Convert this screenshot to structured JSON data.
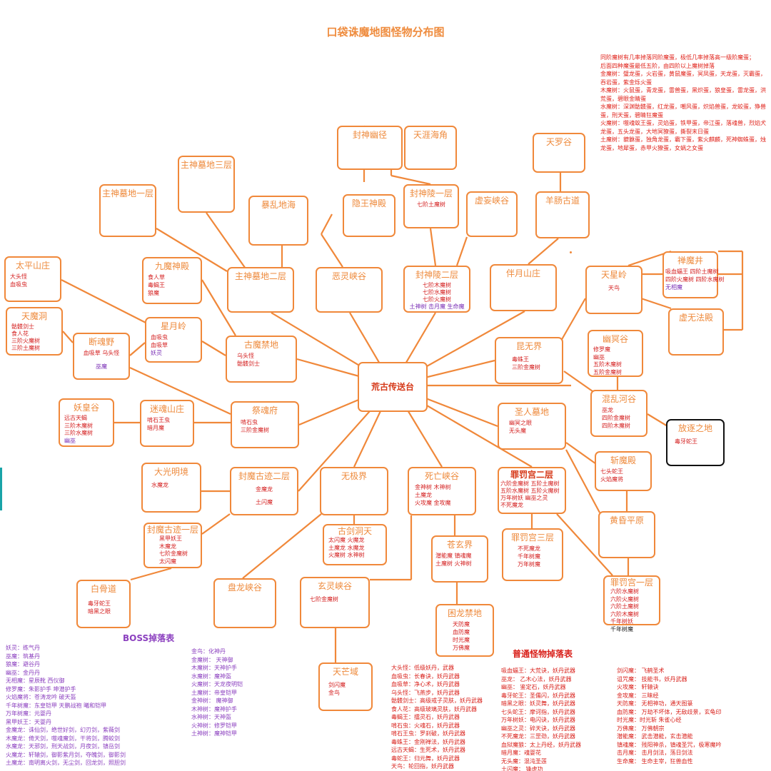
{
  "title": "口袋诛魔地图怪物分布图",
  "rules": [
    "同阶魔树有几率掉落同阶魔蛋，极低几率掉落高一级阶魔蛋；",
    "后面四种魔蛋最低五阶，由四阶以上魔树掉落",
    "金魔树：璧龙蛋，火岩蛋，黄鼠魔蛋，冥凤蛋，天龙蛋，灭霸蛋，吞岩蛋，紫金烁火蛋",
    "木魔树：火鼠蛋，青龙蛋，雷兽蛋，黑炽蛋，狼皇蛋，雷龙蛋，洪荒蛋，碧眼金睛蛋",
    "水魔树：深渊骷髅蛋，红龙蛋，嘲风蛋，炽焰兽蛋，龙蛟蛋，狰兽蛋，刑天蛋，碧睛狂魔蛋",
    "火魔树：噬魂蚁王蛋，灵焰蛋，铁甲蛋，帝江蛋，落魂兽，烈焰犬龙蛋，五头龙蛋，大地冥獠蛋，撕裂末日蛋",
    "土魔树：貔貅蛋，独角龙蛋，霸下蛋，紫火麒麟，死神蜘蛛蛋，烛龙蛋，地犀蛋，赤甲火獠蛋，女娲之女蛋"
  ],
  "nodes": {
    "center": {
      "name": "荒古传送台"
    },
    "fengshen_youjing": {
      "name": "封神幽径"
    },
    "tianya_haijiao": {
      "name": "天涯海角"
    },
    "tianluo_gu": {
      "name": "天罗谷"
    },
    "zhushen_mudi_3": {
      "name": "主神墓地三层"
    },
    "zhushen_mudi_1": {
      "name": "主神墓地一层"
    },
    "baoluan_dihai": {
      "name": "暴乱地海"
    },
    "yinwang_shendian": {
      "name": "隐王神殿"
    },
    "fengshen_ling_1": {
      "name": "封神陵一层",
      "monsters": [
        "七阶土魔树"
      ]
    },
    "xuwang_xiagu": {
      "name": "虚妄峡谷"
    },
    "yangchang_gudao": {
      "name": "羊肠古道"
    },
    "taiping_shanzhuang": {
      "name": "太平山庄",
      "monsters": [
        "大头怪",
        "血吸虫"
      ]
    },
    "jiumo_shendian": {
      "name": "九魔神殿",
      "monsters": [
        "食人草",
        "毒蝎王",
        "狼魔"
      ]
    },
    "zhushen_mudi_2": {
      "name": "主神墓地二层"
    },
    "eling_xiagu": {
      "name": "恶灵峡谷"
    },
    "fengshen_ling_2": {
      "name": "封神陵二层",
      "monsters": [
        "七阶木魔树",
        "七阶水魔树",
        "七阶火魔树"
      ],
      "extra": "土神树  击月魔  生命魔"
    },
    "banyue_shanzhuang": {
      "name": "伴月山庄"
    },
    "tianxing_ling": {
      "name": "天星岭",
      "monsters": [
        "天鸟"
      ]
    },
    "chanmo_jing": {
      "name": "禅魔井",
      "monsters": [
        "吸血蝠王  四阶土魔树",
        "四阶火魔树  四阶水魔树",
        "无相魔"
      ]
    },
    "xuwu_fadian": {
      "name": "虚无法殿"
    },
    "tianmo_dong": {
      "name": "天魔洞",
      "monsters": [
        "骷髅剑士",
        "食人花",
        "三阶火魔树",
        "三阶土魔树"
      ]
    },
    "duanhun_ye": {
      "name": "断魂野",
      "monsters": [
        "血吸草  乌头怪"
      ],
      "purple": [
        "巫魔"
      ]
    },
    "xingyue_ling": {
      "name": "星月岭",
      "monsters": [
        "血吸虫",
        "血吸草"
      ],
      "purple": [
        "妖灵"
      ]
    },
    "gumo_jindi": {
      "name": "古魔禁地",
      "monsters": [
        "乌头怪",
        "骷髅剑士"
      ]
    },
    "kunwu_jie": {
      "name": "昆无界",
      "monsters": [
        "毒蛛王",
        "三阶金魔树"
      ]
    },
    "youming_gu": {
      "name": "幽冥谷",
      "monsters": [
        "修罗魔",
        "幽巫",
        "五阶木魔树",
        "五阶金魔树"
      ]
    },
    "yaohuang_gu": {
      "name": "妖皇谷",
      "monsters": [
        "远古天蝎",
        "三阶木魔树",
        "三阶水魔树"
      ],
      "purple": [
        "幽巫"
      ]
    },
    "mihun_shanzhuang": {
      "name": "迷魂山庄",
      "monsters": [
        "啃石王虫",
        "暗月魔"
      ]
    },
    "jihun_fu": {
      "name": "祭魂府",
      "monsters": [
        "啃石虫",
        "三阶金魔树"
      ]
    },
    "hunluan_hegu": {
      "name": "混乱河谷",
      "monsters": [
        "巫龙",
        "四阶金魔树",
        "四阶木魔树"
      ]
    },
    "shengren_mudi": {
      "name": "圣人墓地",
      "monsters": [
        "幽冥之眼",
        "无头魔"
      ]
    },
    "fangzhu_zhidi": {
      "name": "放逐之地",
      "monsters": [
        "毒牙蛇王"
      ]
    },
    "zhanmo_dian": {
      "name": "斩魔殿",
      "monsters": [
        "七头蛇王",
        "火焰魔将"
      ]
    },
    "daguang_mingjing": {
      "name": "大光明境",
      "monsters": [
        "水魔龙"
      ]
    },
    "fengmo_guji_2": {
      "name": "封魔古迹二层",
      "monsters": [
        "金魔龙",
        "土闪魔"
      ]
    },
    "wuji_jie": {
      "name": "无极界"
    },
    "siwang_xiagu": {
      "name": "死亡峡谷",
      "monsters": [
        "金神树      木神树",
        "土魔龙",
        "火攻魔    金攻魔"
      ]
    },
    "zuifa_gong_2": {
      "name": "罪罚宫二层",
      "monsters": [
        "六阶金魔树  五阶土魔树",
        "五阶水魔树  五阶火魔树",
        "万年树妖    幽巫之灵",
        "不死魔龙"
      ]
    },
    "huanghun_pingyuan": {
      "name": "黄昏平原"
    },
    "fengmo_guji_1": {
      "name": "封魔古迹一层",
      "monsters": [
        "黑甲妖王",
        "木魔龙",
        "七阶金魔树",
        "太闪魔"
      ]
    },
    "gujian_dongtian": {
      "name": "古剑洞天",
      "monsters": [
        "太闪魔    火魔龙",
        "土魔龙    水魔龙",
        "火魔树    水神树"
      ]
    },
    "cangxuan_jie": {
      "name": "苍玄界",
      "monsters": [
        "潜能魔      镇魂魔",
        "土魔树    火神树"
      ]
    },
    "zuifa_gong_3": {
      "name": "罪罚宫三层",
      "monsters": [
        "不死魔龙",
        "千年树魔",
        "万年树魔"
      ]
    },
    "baigu_dao": {
      "name": "白骨道",
      "monsters": [
        "毒牙蛇王",
        "暗黑之眼"
      ]
    },
    "panlong_xiagu": {
      "name": "盘龙峡谷"
    },
    "xuanling_xiagu": {
      "name": "玄灵峡谷",
      "monsters": [
        "七阶金魔树"
      ]
    },
    "zuifa_gong_1": {
      "name": "罪罚宫一层",
      "monsters": [
        "六阶水魔树",
        "六阶火魔树",
        "六阶土魔树",
        "六阶木魔树",
        "千年树妖"
      ],
      "black": [
        "千年树魔"
      ]
    },
    "kunlong_jindi": {
      "name": "困龙禁地",
      "monsters": [
        "天防魔",
        "血防魔",
        "时光魔",
        "万佛魔"
      ]
    },
    "tianmang_yu": {
      "name": "天芒域",
      "monsters": [
        "剑闪魔",
        "金鸟"
      ]
    }
  },
  "boss_table": {
    "heading": "BOSS掉落表",
    "col1": [
      "妖灵：练气丹",
      "巫魔：筑基丹",
      "狼魔：避谷丹",
      "幽巫：金丹丹",
      "无相魔：星辰靴  西仪御",
      "修罗魔：朱影护手  坤潜护手",
      "火焰魔将：苍涛龙吟  破天盔",
      "千年树魔：东皇铠甲  天鹏战袍  曦和铠甲",
      "万年树魔：元婴丹",
      "黑甲妖王：天婴丹",
      "金魔龙：诛仙剑，绝世好剑，幻刃剑，紫薇剑",
      "木魔龙：倚天剑，噬魂魔剑，干将剑，腾蛟剑",
      "水魔龙：天邪剑，刑天战剑，月夜剑，镇岳剑",
      "火魔龙：轩辕剑，御影紫月剑，夺魄剑，御影剑",
      "土魔龙：南明离火剑，无尘剑，回龙剑，照胆剑"
    ],
    "col2": [
      "金鸟：化神丹",
      "金魔树：  天神御",
      "木魔树：天神护手",
      "水魔树：魔神盔",
      "火魔树：天龙夜明铠",
      "土魔树：帝皇铠甲",
      "金神树：  魔神御",
      "木神树：魔神护手",
      "水神树：天神盔",
      "火神树：修罗铠甲",
      "土神树：魔神铠甲"
    ]
  },
  "normal_table": {
    "heading": "普通怪物掉落表",
    "col1": [
      "大头怪：低级妖丹，武器",
      "血吸虫：长春诀，妖丹武器",
      "血吸草：净心术，妖丹武器",
      "乌头怪：飞燕步，妖丹武器",
      "骷髅剑士：高级戒子灵肤，妖丹武器",
      "食人花：高级玻璃灵肤，妖丹武器",
      "毒蝎王：擂灵石，妖丹武器",
      "啃石虫：火魂石，妖丹武器",
      "啃石王虫：罗刹破，妖丹武器",
      "毒蛛王：金刚禅法，妖丹武器",
      "远古天蝎：生死术，妖丹武器",
      "毒蛇王：归元舞，妖丹武器",
      "天鸟：轮回指，妖丹武器"
    ],
    "col2": [
      "吸血蝠王：大荒诀，妖丹武器",
      "巫龙：  乙木心法，妖丹武器",
      "幽巫：  鉴定石，妖丹武器",
      "毒牙蛇王：圣儒闪，妖丹武器",
      "暗黑之眼：妖灵舞，妖丹武器",
      "七头蛇王：摩诃指，妖丹武器",
      "万年树妖：电闪诀，妖丹武器",
      "幽巫之灵：碎天诀，妖丹武器",
      "不死魔龙：三罡劲，妖丹武器",
      "血狱魔狼：太上丹经，妖丹武器",
      "暗月魔：魂婴花",
      "无头魔：混沌圣莲",
      "土闪魔：   锋虎功"
    ],
    "col3": [
      "剑闪魔：  飞鹤圣术",
      "诅咒魔：  技能书，妖丹武器",
      "火攻魔：  轩辕诀",
      "金攻魔：  三昧经",
      "天防魔：  无相神功，通天图箓",
      "血防魔：  万劫不坏体，无敌歧景，玄龟印",
      "时光魔：时光斩  朱雀心经",
      "万佛魔：  万佛朝宗",
      "潜能魔：  武击潜能，玄击潜能",
      "镇魂魔：  残阳神杀，镇魂圣咒，极寒魔吟",
      "击月魔：  击月剑法，荡日剑法",
      "生命魔：  生命主宰，狂兽血性"
    ]
  }
}
